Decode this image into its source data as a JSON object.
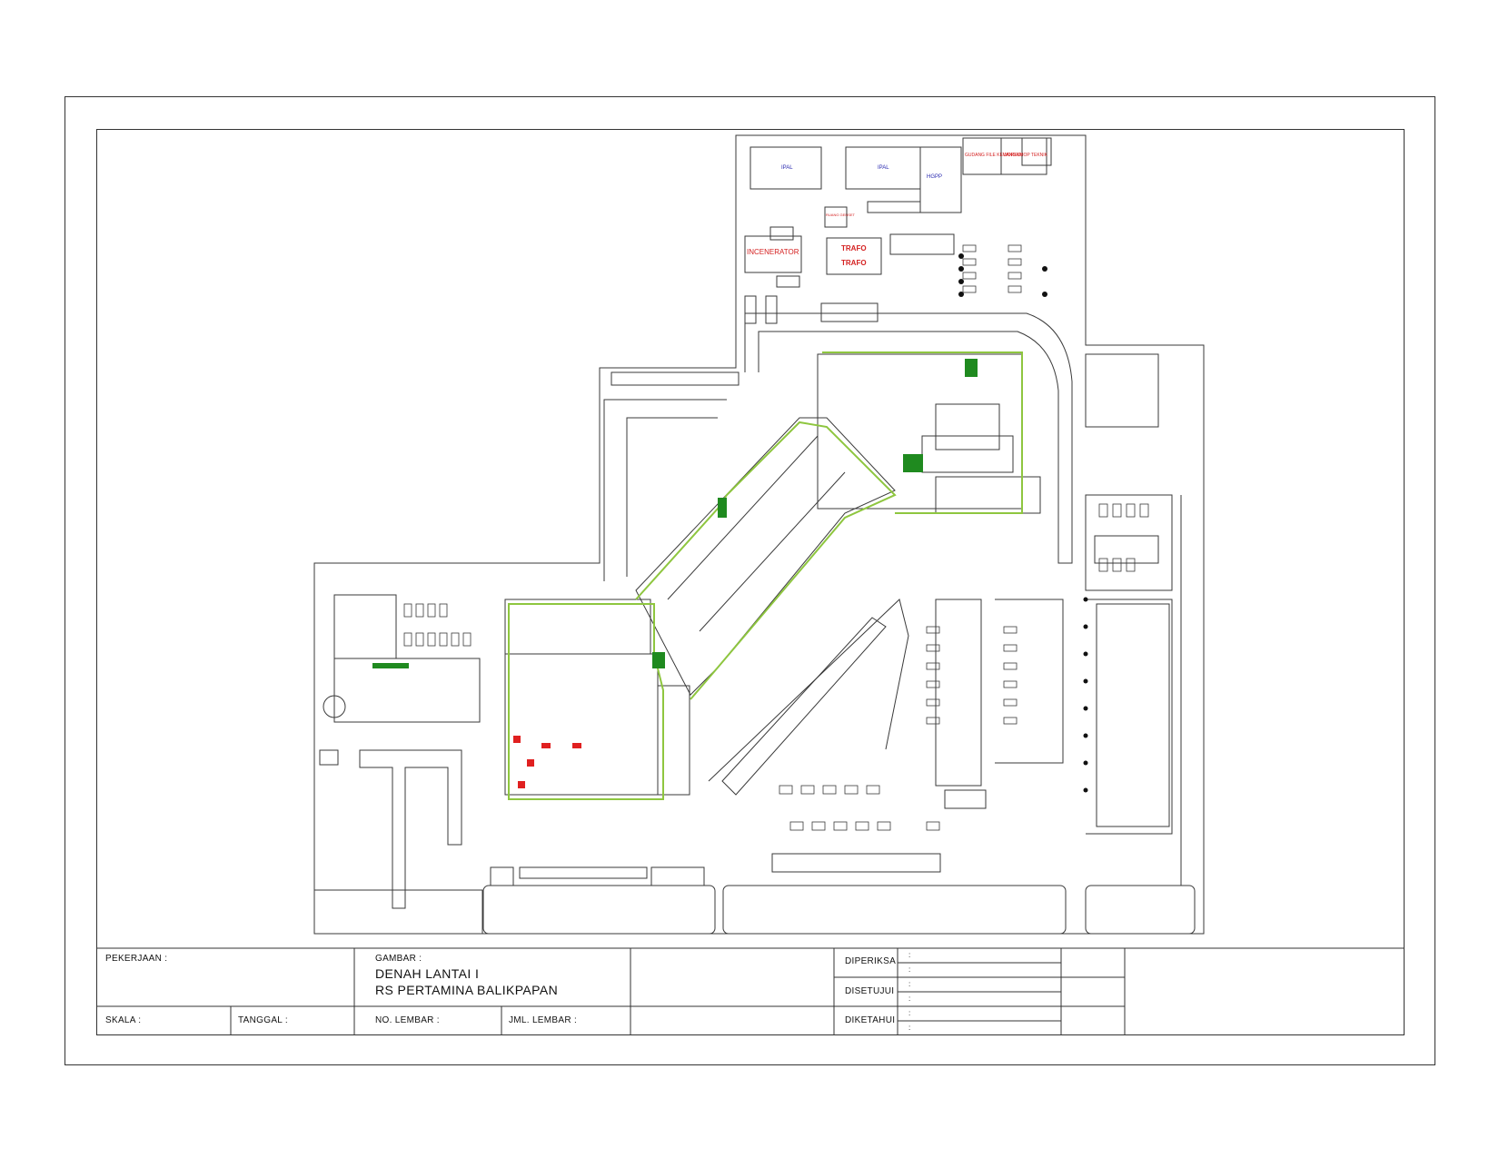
{
  "drawing": {
    "labels": {
      "ipal_1": "IPAL",
      "ipal_2": "IPAL",
      "hgpp": "HGPP",
      "gudang": "GUDANG FILE KEUANGAN",
      "workshop": "WORKSHOP TEKNIK",
      "ruang_genset": "RUANG GENSET",
      "incenerator": "INCENERATOR",
      "trafo_1": "TRAFO",
      "trafo_2": "TRAFO"
    },
    "colors": {
      "line": "#3a3a3a",
      "red_label": "#d42020",
      "blue_label": "#2a2ab0",
      "green_outline": "#8ec63f",
      "dark_green": "#1f8a1f",
      "red_fill": "#e02020"
    }
  },
  "title_block": {
    "pekerjaan_label": "PEKERJAAN :",
    "gambar_label": "GAMBAR :",
    "title_line1": "DENAH LANTAI I",
    "title_line2": "RS PERTAMINA BALIKPAPAN",
    "skala_label": "SKALA :",
    "tanggal_label": "TANGGAL :",
    "no_lembar_label": "NO. LEMBAR :",
    "jml_lembar_label": "JML. LEMBAR :",
    "diperiksa_label": "DIPERIKSA",
    "disetujui_label": "DISETUJUI",
    "diketahui_label": "DIKETAHUI",
    "colon": ":"
  }
}
